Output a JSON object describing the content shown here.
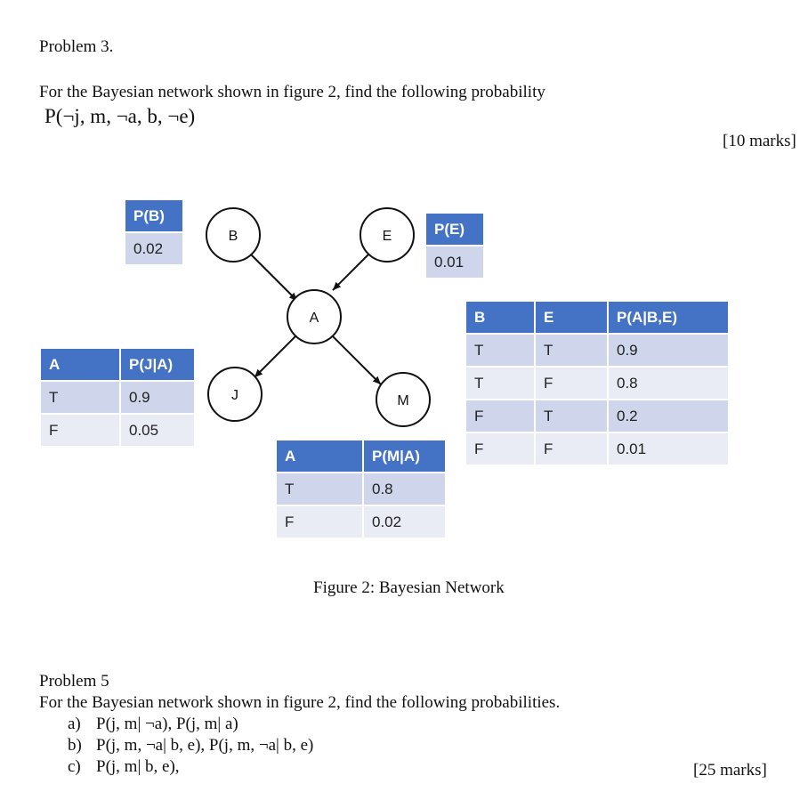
{
  "problem3": {
    "title": "Problem 3.",
    "text": "For the Bayesian network shown in figure 2, find the following probability",
    "expression": "P(¬j, m, ¬a, b, ¬e)",
    "marks": "[10 marks]"
  },
  "figure": {
    "caption": "Figure 2: Bayesian Network",
    "nodes": {
      "b": "B",
      "e": "E",
      "a": "A",
      "j": "J",
      "m": "M"
    },
    "table_pb": {
      "header": "P(B)",
      "value": "0.02"
    },
    "table_pe": {
      "header": "P(E)",
      "value": "0.01"
    },
    "table_pj": {
      "headers": [
        "A",
        "P(J|A)"
      ],
      "rows": [
        [
          "T",
          "0.9"
        ],
        [
          "F",
          "0.05"
        ]
      ]
    },
    "table_pm": {
      "headers": [
        "A",
        "P(M|A)"
      ],
      "rows": [
        [
          "T",
          "0.8"
        ],
        [
          "F",
          "0.02"
        ]
      ]
    },
    "table_pa": {
      "headers": [
        "B",
        "E",
        "P(A|B,E)"
      ],
      "rows": [
        [
          "T",
          "T",
          "0.9"
        ],
        [
          "T",
          "F",
          "0.8"
        ],
        [
          "F",
          "T",
          "0.2"
        ],
        [
          "F",
          "F",
          "0.01"
        ]
      ]
    }
  },
  "problem5": {
    "title": "Problem 5",
    "text": "For the Bayesian network shown in figure 2, find the following probabilities.",
    "items": [
      {
        "label": "a)",
        "text": "P(j, m| ¬a), P(j, m| a)"
      },
      {
        "label": "b)",
        "text": "P(j, m, ¬a| b, e), P(j, m, ¬a| b, e)"
      },
      {
        "label": "c)",
        "text": "P(j, m| b, e),"
      }
    ],
    "marks": "[25 marks]"
  },
  "colors": {
    "header": "#4472c4",
    "row_dark": "#cfd5ea",
    "row_light": "#e9ebf5"
  }
}
